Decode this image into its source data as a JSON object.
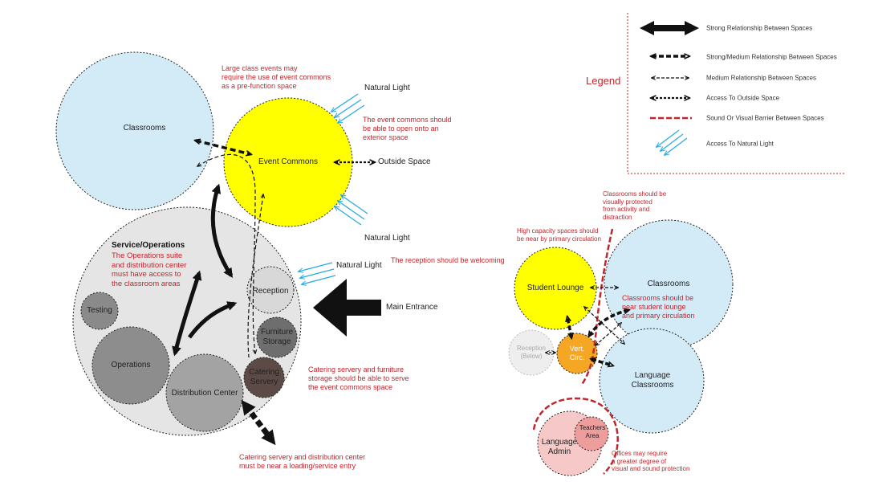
{
  "legend": {
    "title": "Legend",
    "items": [
      {
        "icon": "strong-arrow-icon",
        "label": "Strong Relationship Between Spaces"
      },
      {
        "icon": "strong-medium-arrow-icon",
        "label": "Strong/Medium Relationship Between Spaces"
      },
      {
        "icon": "medium-arrow-icon",
        "label": "Medium Relationship Between Spaces"
      },
      {
        "icon": "outside-access-arrow-icon",
        "label": "Access To Outside Space"
      },
      {
        "icon": "barrier-line-icon",
        "label": "Sound Or Visual Barrier Between Spaces"
      },
      {
        "icon": "natural-light-icon",
        "label": "Access To Natural Light"
      }
    ]
  },
  "left": {
    "classrooms": "Classrooms",
    "event_commons": "Event Commons",
    "outside_space": "Outside Space",
    "natural_light_top": "Natural Light",
    "natural_light_bottom": "Natural Light",
    "natural_light_reception": "Natural Light",
    "service_title": "Service/Operations",
    "service_note": "The Operations suite\nand distribution center\nmust have access to\nthe classroom areas",
    "testing": "Testing",
    "operations": "Operations",
    "distribution_center": "Distribution Center",
    "reception": "Reception",
    "furniture_storage": "Furniture\nStorage",
    "catering_servery": "Catering\nServery",
    "main_entrance": "Main Entrance",
    "note_large_class": "Large class events may\nrequire the use of event commons\nas a pre-function space",
    "note_event_open": "The event commons should\nbe able to open onto an\nexterior space",
    "note_reception": "The reception should be welcoming",
    "note_catering": "Catering servery and furniture\nstorage should be able to serve\nthe event commons space",
    "note_loading": "Catering servery and distribution center\nmust be near a loading/service entry"
  },
  "right": {
    "student_lounge": "Student Lounge",
    "classrooms": "Classrooms",
    "classrooms_note": "Classrooms should be\nnear student lounge\nand primary circulation",
    "language_classrooms": "Language\nClassrooms",
    "reception_below": "Reception\n(Below)",
    "vert_circ": "Vert.\nCirc.",
    "language_admin": "Language\nAdmin",
    "teachers_area": "Teachers\nArea",
    "note_high_capacity": "High capacity spaces should\nbe near by primary circulation",
    "note_visual": "Classrooms should be\nvisually protected\nfrom activity and\ndistraction",
    "note_offices": "Offices may require\na greater degree of\nvisual and sound protection"
  },
  "colors": {
    "classroom_blue": "#d3eaf7",
    "event_yellow": "#ffff00",
    "service_gray": "#e5e5e5",
    "reception_gray": "#d8d8d8",
    "testing_gray": "#8a8a8a",
    "operations_gray": "#8d8d8d",
    "distribution_gray": "#a3a3a3",
    "furniture_gray": "#6e6e6e",
    "catering_brown": "#5b4a45",
    "vert_circ_orange": "#f5a623",
    "admin_pink": "#f6c8c8",
    "teachers_pink": "#ee9d9d",
    "note_red": "#c0272d",
    "light_blue": "#29abe2"
  }
}
